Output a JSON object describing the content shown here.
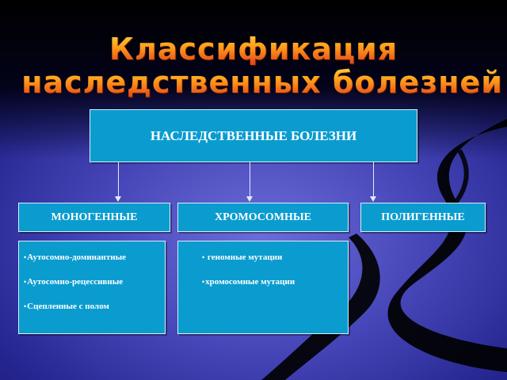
{
  "title": {
    "line1": "Классификация",
    "line2": "наследственных болезней"
  },
  "root": {
    "label": "НАСЛЕДСТВЕННЫЕ БОЛЕЗНИ"
  },
  "categories": [
    {
      "label": "МОНОГЕННЫЕ"
    },
    {
      "label": "ХРОМОСОМНЫЕ"
    },
    {
      "label": "ПОЛИГЕННЫЕ"
    }
  ],
  "monogenic_items": [
    "Аутосомно-доминантные",
    "Аутосомно-рецессивные",
    "Сцепленные с полом"
  ],
  "chromosomal_items": [
    " геномные мутации",
    "хромосомные мутации"
  ],
  "colors": {
    "box_fill": "#0a9ccf",
    "box_border": "#d8eef7",
    "title_gradient_top": "#ffd23a",
    "title_gradient_bottom": "#e2401a",
    "background": "#4646b8"
  },
  "bullet_glyph": "•"
}
